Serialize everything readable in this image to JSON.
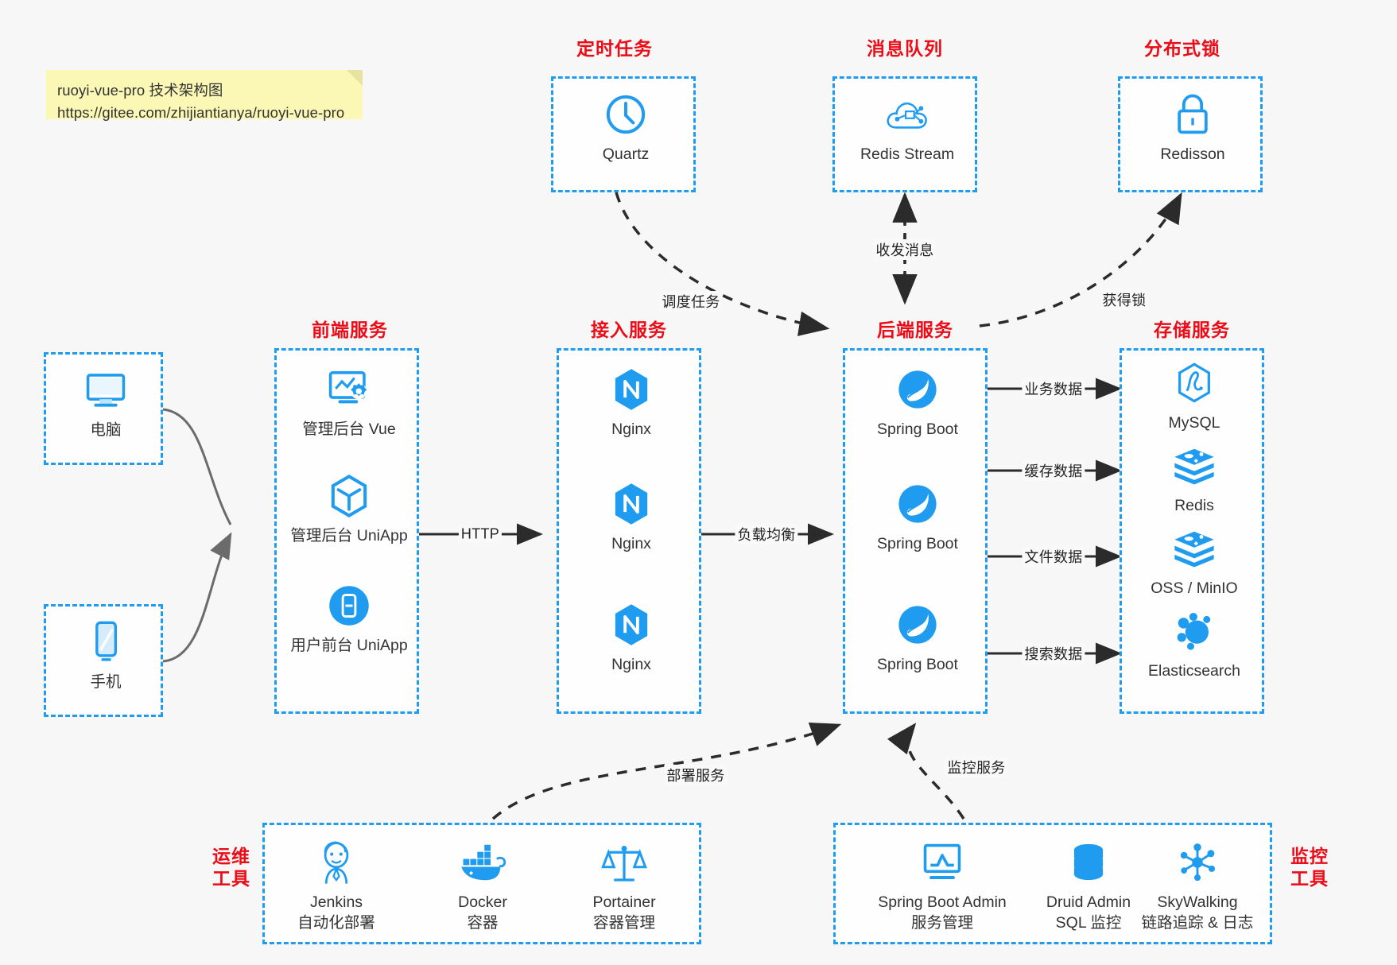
{
  "note": {
    "line1": "ruoyi-vue-pro 技术架构图",
    "line2": "https://gitee.com/zhijiantianya/ruoyi-vue-pro"
  },
  "colors": {
    "accent": "#1f9cf0",
    "title_red": "#ec0c18",
    "edge": "#2b2b2b",
    "bg": "#f7f7f7",
    "note_bg": "#fbf7b5"
  },
  "groups": {
    "scheduler": {
      "title": "定时任务"
    },
    "mq": {
      "title": "消息队列"
    },
    "lock": {
      "title": "分布式锁"
    },
    "frontend": {
      "title": "前端服务"
    },
    "gateway": {
      "title": "接入服务"
    },
    "backend": {
      "title": "后端服务"
    },
    "storage": {
      "title": "存储服务"
    },
    "devops": {
      "title_line1": "运维",
      "title_line2": "工具"
    },
    "monitor": {
      "title_line1": "监控",
      "title_line2": "工具"
    }
  },
  "nodes": {
    "quartz": {
      "label": "Quartz",
      "icon": "clock-icon"
    },
    "redis_stream": {
      "label": "Redis Stream",
      "icon": "cloud-network-icon"
    },
    "redisson": {
      "label": "Redisson",
      "icon": "lock-icon"
    },
    "pc": {
      "label": "电脑",
      "icon": "monitor-icon"
    },
    "phone": {
      "label": "手机",
      "icon": "smartphone-icon"
    },
    "admin_vue": {
      "label": "管理后台 Vue",
      "icon": "dashboard-gear-icon"
    },
    "admin_uniapp": {
      "label": "管理后台 UniApp",
      "icon": "cube-icon"
    },
    "user_uniapp": {
      "label": "用户前台 UniApp",
      "icon": "mobile-app-icon"
    },
    "nginx1": {
      "label": "Nginx",
      "icon": "nginx-icon"
    },
    "nginx2": {
      "label": "Nginx",
      "icon": "nginx-icon"
    },
    "nginx3": {
      "label": "Nginx",
      "icon": "nginx-icon"
    },
    "spring1": {
      "label": "Spring Boot",
      "icon": "spring-boot-icon"
    },
    "spring2": {
      "label": "Spring Boot",
      "icon": "spring-boot-icon"
    },
    "spring3": {
      "label": "Spring Boot",
      "icon": "spring-boot-icon"
    },
    "mysql": {
      "label": "MySQL",
      "icon": "mysql-icon"
    },
    "redis": {
      "label": "Redis",
      "icon": "redis-icon"
    },
    "oss": {
      "label": "OSS / MinIO",
      "icon": "minio-icon"
    },
    "es": {
      "label": "Elasticsearch",
      "icon": "elasticsearch-icon"
    },
    "jenkins": {
      "label": "Jenkins",
      "sub": "自动化部署",
      "icon": "jenkins-icon"
    },
    "docker": {
      "label": "Docker",
      "sub": "容器",
      "icon": "docker-icon"
    },
    "portainer": {
      "label": "Portainer",
      "sub": "容器管理",
      "icon": "portainer-icon"
    },
    "sba": {
      "label": "Spring Boot Admin",
      "sub": "服务管理",
      "icon": "monitor-chart-icon"
    },
    "druid": {
      "label": "Druid Admin",
      "sub": "SQL 监控",
      "icon": "database-icon"
    },
    "skywalking": {
      "label": "SkyWalking",
      "sub": "链路追踪 & 日志",
      "icon": "skywalking-icon"
    }
  },
  "edges": {
    "http": "HTTP",
    "load_balance": "负载均衡",
    "schedule_task": "调度任务",
    "mq_message": "收发消息",
    "get_lock": "获得锁",
    "business_data": "业务数据",
    "cache_data": "缓存数据",
    "file_data": "文件数据",
    "search_data": "搜索数据",
    "deploy_service": "部署服务",
    "monitor_service": "监控服务"
  }
}
